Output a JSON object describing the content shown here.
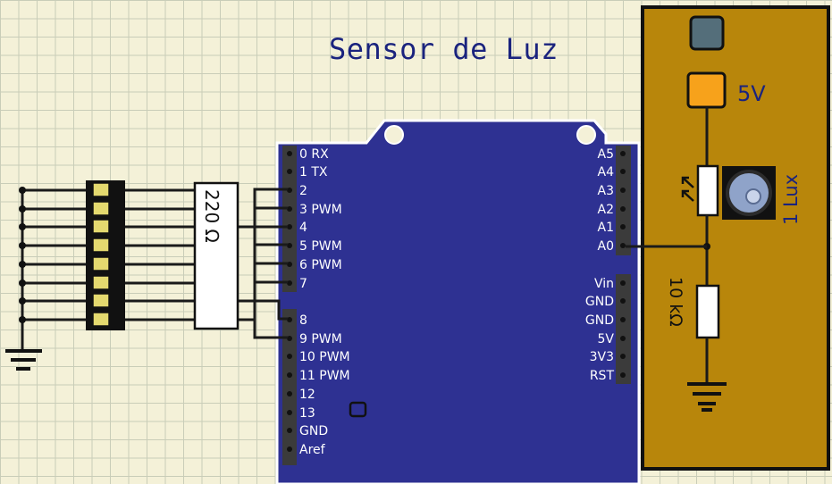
{
  "title": "Sensor de Luz",
  "arduino": {
    "left_pins": [
      "0  RX",
      "1  TX",
      "2",
      "3  PWM",
      "4",
      "5  PWM",
      "6  PWM",
      "7",
      "8",
      "9   PWM",
      "10 PWM",
      "11 PWM",
      "12",
      "13",
      "GND",
      "Aref"
    ],
    "right_pins_analog": [
      "A5",
      "A4",
      "A3",
      "A2",
      "A1",
      "A0"
    ],
    "right_pins_power": [
      "Vin",
      "GND",
      "GND",
      "5V",
      "3V3",
      "RST"
    ]
  },
  "resistor_array": {
    "label": "220 Ω"
  },
  "sensor_board": {
    "supply_label": "5V",
    "lux_label": "1 Lux",
    "pulldown_label": "10 kΩ"
  },
  "colors": {
    "board_blue": "#2e3192",
    "panel_gold": "#b8860b",
    "led_yellow": "#e4d96f",
    "supply_orange": "#f7a21b",
    "title_blue": "#1a237e"
  }
}
